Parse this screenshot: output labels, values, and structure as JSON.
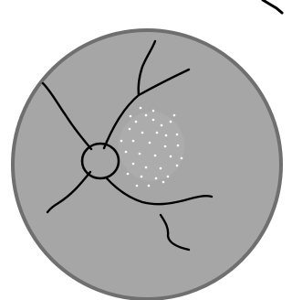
{
  "illustration": {
    "subject": "fundus-drawing",
    "colors": {
      "background": "#ffffff",
      "disc_fill": "#a6a6a6",
      "disc_rim": "#6f6f6f",
      "ink": "#000000",
      "exudate_dots": "#ffffff",
      "lesion_glow": "#b3b3b3"
    },
    "elements": [
      "fundus-disc",
      "optic-disc-ring",
      "blood-vessels",
      "macular-exudate-dots",
      "corner-stroke-fragment"
    ]
  }
}
